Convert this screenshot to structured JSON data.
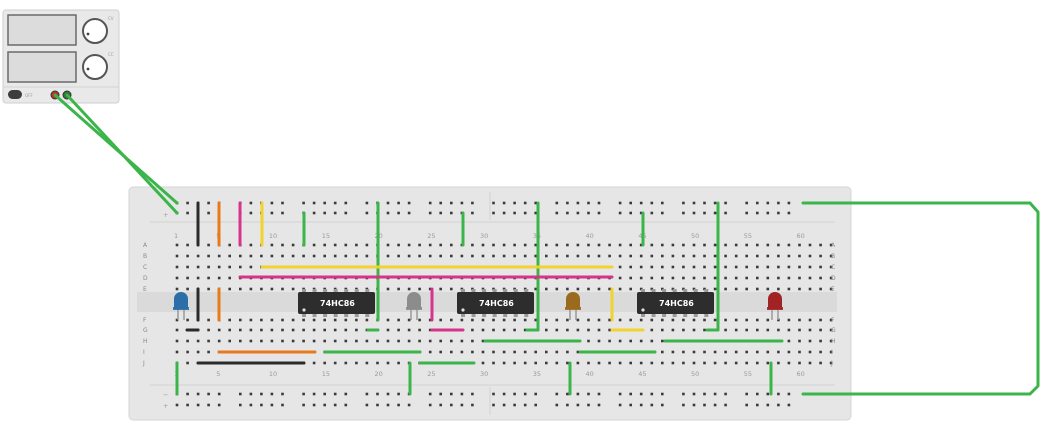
{
  "power_supply": {
    "knob1_label": "CV",
    "knob2_label": "CC",
    "switch_label": "OFF",
    "colors": {
      "positive": "#c0302f",
      "negative": "#2f7a3a"
    }
  },
  "breadboard": {
    "top_numbers": [
      "1",
      "5",
      "10",
      "15",
      "20",
      "25",
      "30",
      "35",
      "40",
      "45",
      "50",
      "55",
      "60"
    ],
    "bottom_numbers": [
      "1",
      "5",
      "10",
      "15",
      "20",
      "25",
      "30",
      "35",
      "40",
      "45",
      "50",
      "55",
      "60"
    ],
    "row_letters_top": [
      "A",
      "B",
      "C",
      "D",
      "E"
    ],
    "row_letters_bottom": [
      "F",
      "G",
      "H",
      "I",
      "J"
    ],
    "rail_plus": "+",
    "rail_minus": "−"
  },
  "chips": [
    {
      "label": "74HC86"
    },
    {
      "label": "74HC86"
    },
    {
      "label": "74HC86"
    }
  ],
  "leds": [
    {
      "color": "#2c6ea7"
    },
    {
      "color": "#8c8c8c"
    },
    {
      "color": "#9a6b1e"
    },
    {
      "color": "#a12323"
    }
  ],
  "wire_colors": {
    "green": "#3bb54a",
    "black": "#2b2b2b",
    "orange": "#e87a1c",
    "magenta": "#d6338a",
    "yellow": "#f2d22e"
  }
}
